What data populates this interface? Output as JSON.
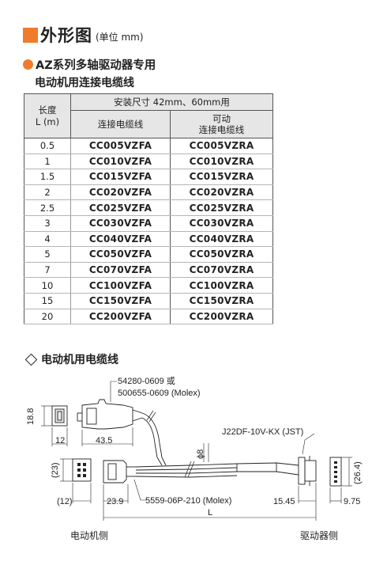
{
  "header": {
    "title": "外形图",
    "unit": "(单位 mm)"
  },
  "section1": {
    "title": "AZ系列多轴驱动器专用",
    "subtitle": "电动机用连接电缆线"
  },
  "table": {
    "length_header": "长度",
    "length_unit": "L (m)",
    "group_header": "安装尺寸 42mm、60mm用",
    "col1": "连接电缆线",
    "col2_line1": "可动",
    "col2_line2": "连接电缆线",
    "rows": [
      [
        "0.5",
        "CC005VZFA",
        "CC005VZRA"
      ],
      [
        "1",
        "CC010VZFA",
        "CC010VZRA"
      ],
      [
        "1.5",
        "CC015VZFA",
        "CC015VZRA"
      ],
      [
        "2",
        "CC020VZFA",
        "CC020VZRA"
      ],
      [
        "2.5",
        "CC025VZFA",
        "CC025VZRA"
      ],
      [
        "3",
        "CC030VZFA",
        "CC030VZRA"
      ],
      [
        "4",
        "CC040VZFA",
        "CC040VZRA"
      ],
      [
        "5",
        "CC050VZFA",
        "CC050VZRA"
      ],
      [
        "7",
        "CC070VZFA",
        "CC070VZRA"
      ],
      [
        "10",
        "CC100VZFA",
        "CC100VZRA"
      ],
      [
        "15",
        "CC150VZFA",
        "CC150VZRA"
      ],
      [
        "20",
        "CC200VZFA",
        "CC200VZRA"
      ]
    ]
  },
  "section2": {
    "title": "电动机用电缆线"
  },
  "drawing": {
    "part_top_1": "54280-0609 或",
    "part_top_2": "500655-0609 (Molex)",
    "part_right": "J22DF-10V-KX (JST)",
    "part_bottom": "5559-06P-210 (Molex)",
    "dim_18_8": "18.8",
    "dim_12": "12",
    "dim_43_5": "43.5",
    "dim_23": "(23)",
    "dim_12p": "(12)",
    "dim_23_9": "23.9",
    "dim_phi8": "ϕ8",
    "dim_15_45": "15.45",
    "dim_9_75": "9.75",
    "dim_26_4": "(26.4)",
    "dim_L": "L",
    "label_motor": "电动机侧",
    "label_driver": "驱动器侧"
  }
}
